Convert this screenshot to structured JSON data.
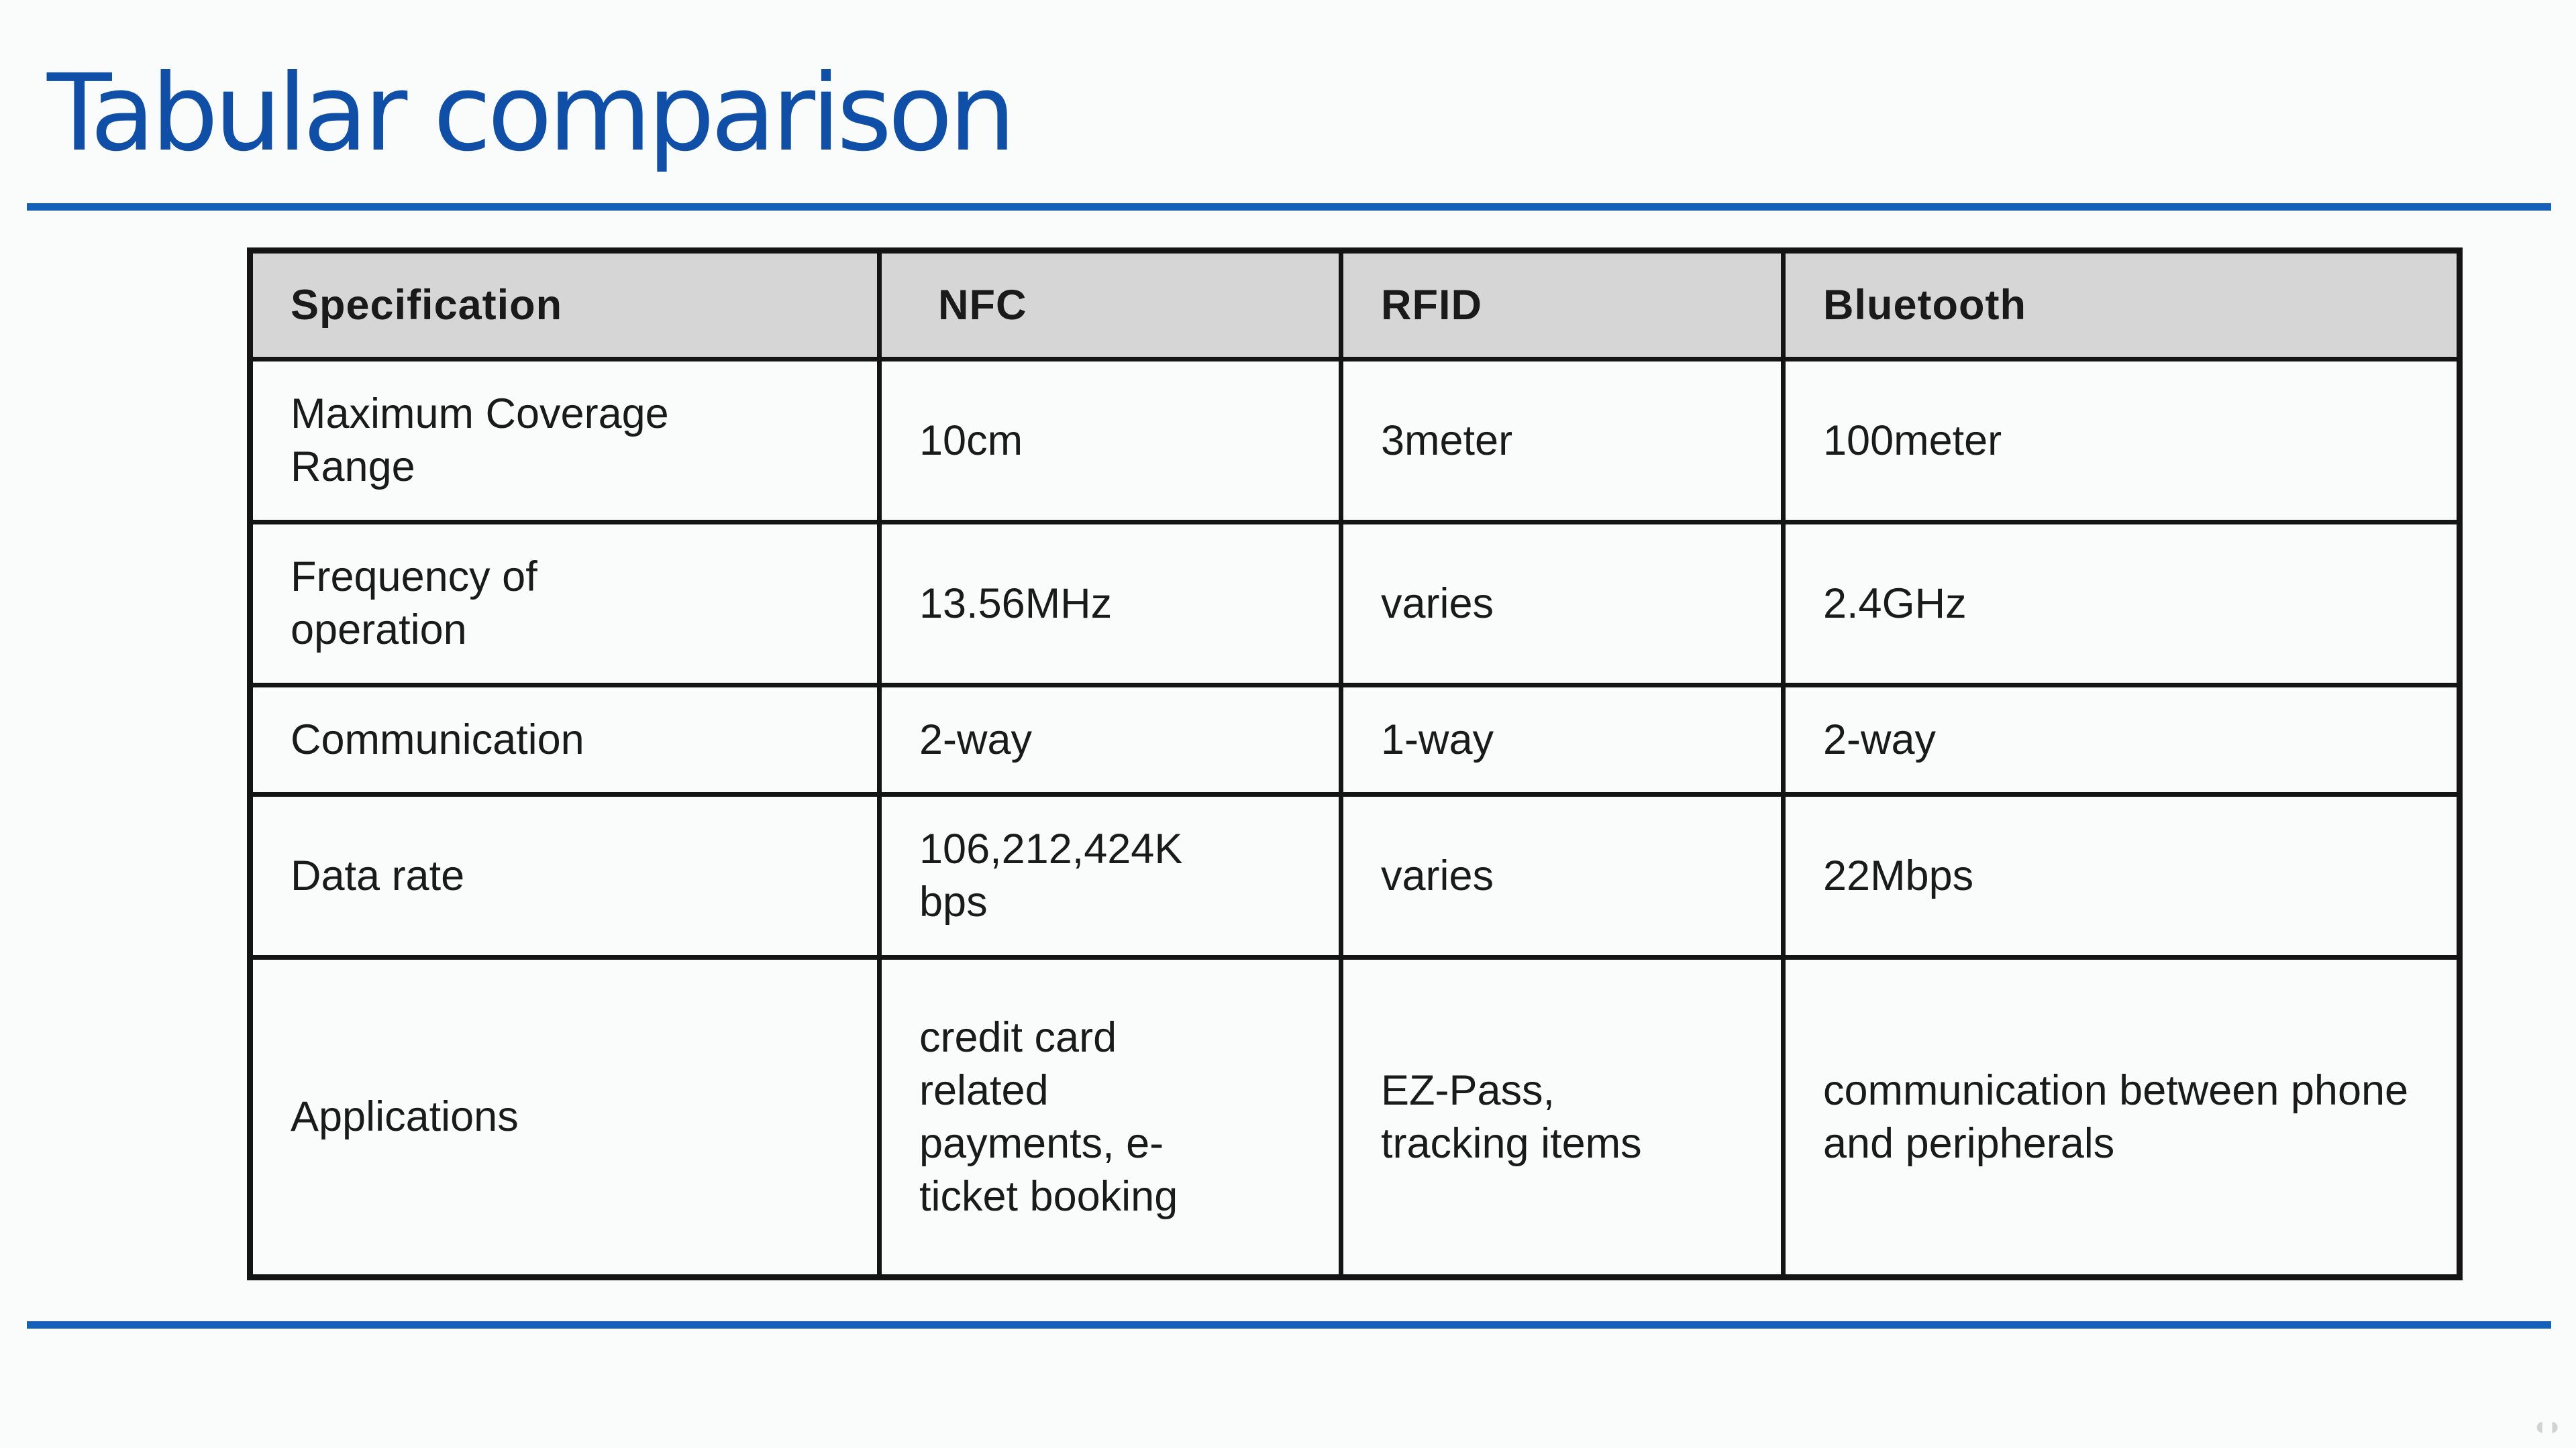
{
  "title": "Tabular comparison",
  "colors": {
    "title": "#0f4fa8",
    "rule": "#1560b8",
    "header_background": "#d6d6d6",
    "border": "#141414"
  },
  "table": {
    "headers": [
      "Specification",
      "NFC",
      "RFID",
      "Bluetooth"
    ],
    "rows": [
      [
        "Maximum Coverage Range",
        "10cm",
        "3meter",
        "100meter"
      ],
      [
        "Frequency of operation",
        "13.56MHz",
        "varies",
        "2.4GHz"
      ],
      [
        "Communication",
        "2-way",
        "1-way",
        "2-way"
      ],
      [
        "Data rate",
        "106,212,424Kbps",
        "varies",
        "22Mbps"
      ],
      [
        "Applications",
        "credit card related payments, e-ticket booking",
        "EZ-Pass, tracking items",
        "communication between phone and peripherals"
      ]
    ]
  }
}
